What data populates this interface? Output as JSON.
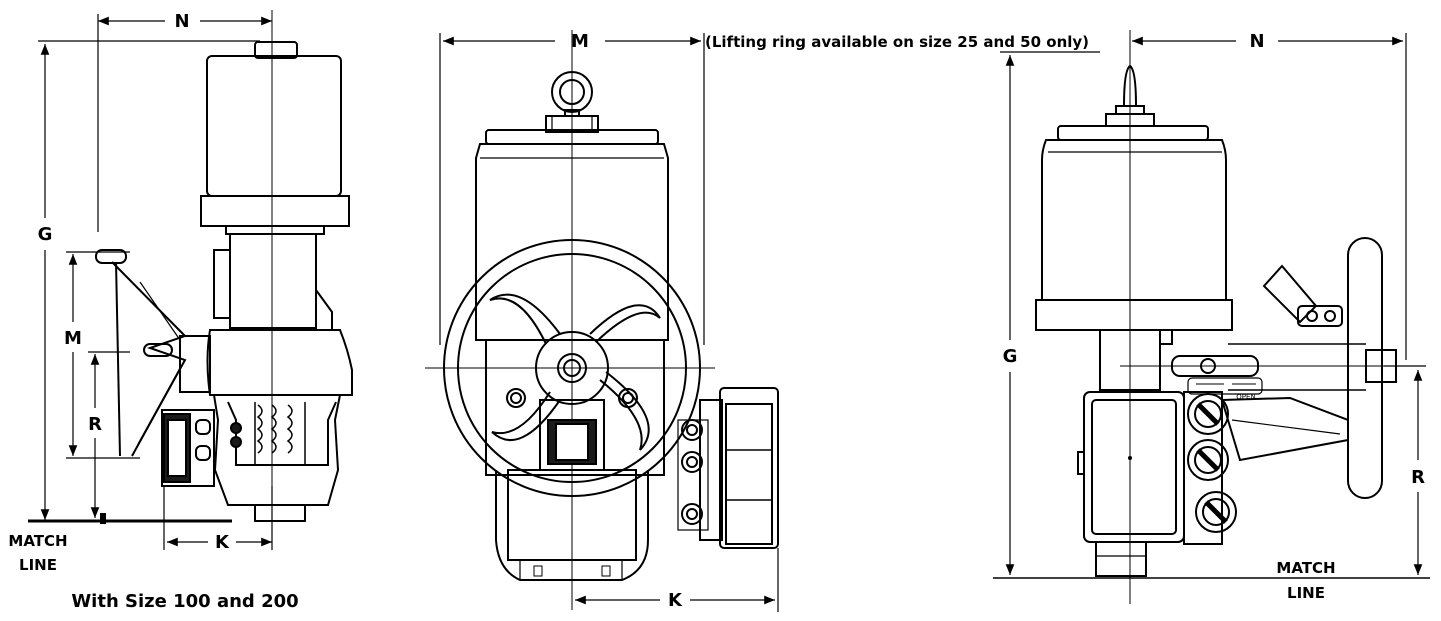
{
  "labels": {
    "left": {
      "n": "N",
      "g": "G",
      "m": "M",
      "r": "R",
      "k": "K",
      "match_line_1": "MATCH",
      "match_line_2": "LINE",
      "caption": "With Size 100 and 200"
    },
    "center": {
      "m": "M",
      "k": "K"
    },
    "note": "(Lifting ring available on size 25 and 50 only)",
    "right": {
      "n": "N",
      "g": "G",
      "r": "R",
      "match_line_1": "MATCH",
      "match_line_2": "LINE",
      "open_label": "OPEN"
    }
  },
  "colors": {
    "line": "#000000",
    "body_fill": "#ffffff",
    "dark_fill": "#1a1a1a"
  }
}
